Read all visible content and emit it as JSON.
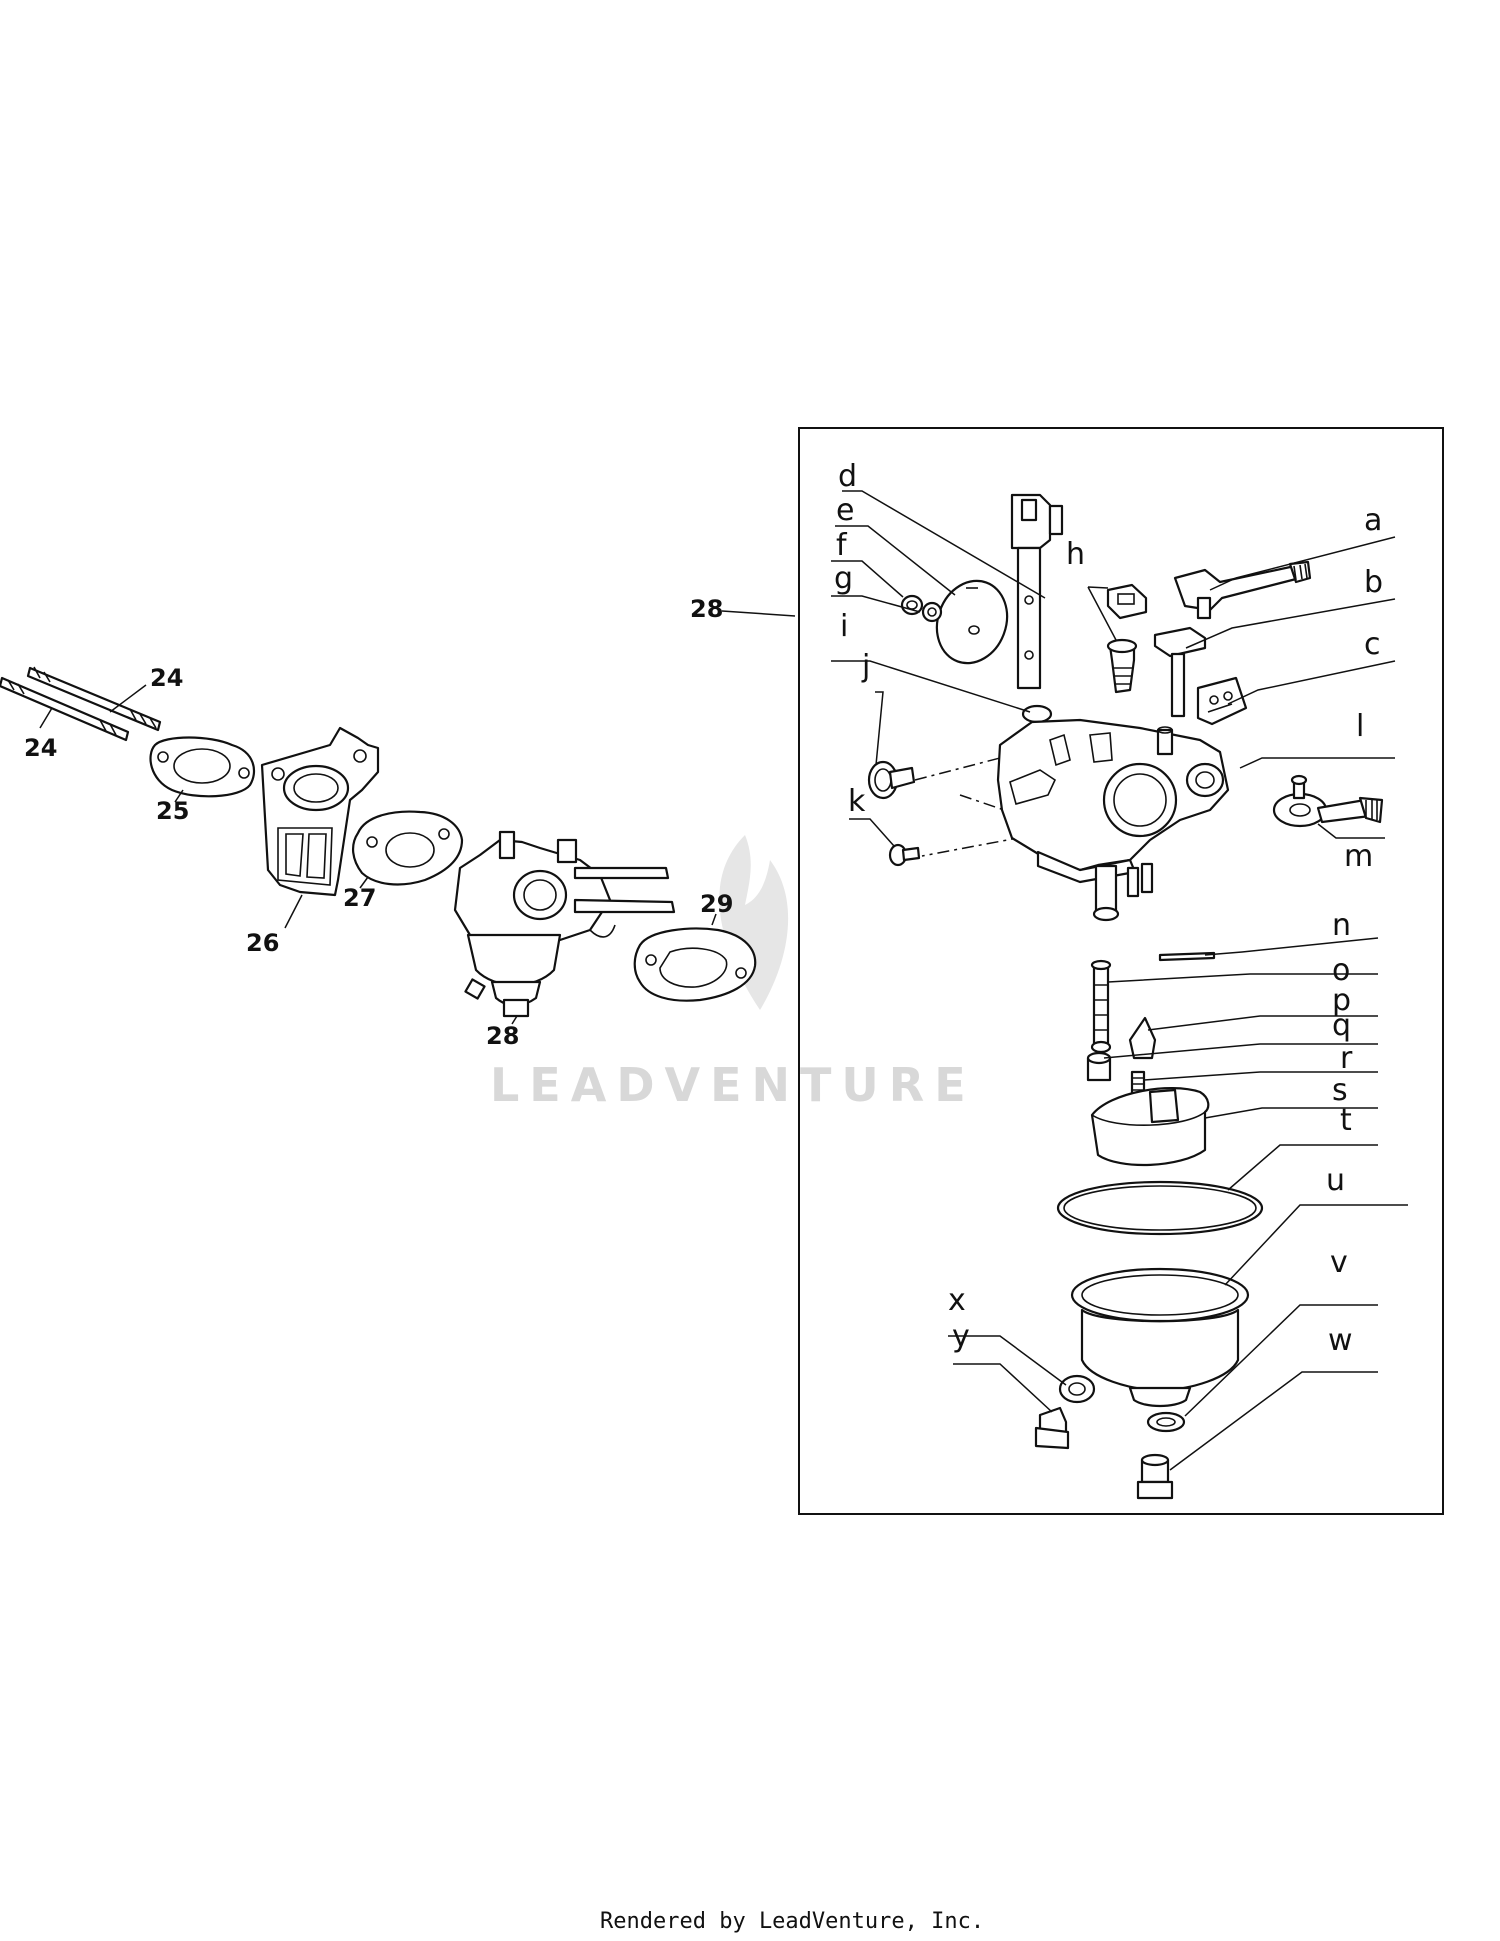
{
  "diagram": {
    "callouts_main": {
      "c24a": "24",
      "c24b": "24",
      "c25": "25",
      "c26": "26",
      "c27": "27",
      "c28a": "28",
      "c28b": "28",
      "c29": "29"
    },
    "callouts_detail": {
      "a": "a",
      "b": "b",
      "c": "c",
      "d": "d",
      "e": "e",
      "f": "f",
      "g": "g",
      "h": "h",
      "i": "i",
      "j": "j",
      "k": "k",
      "l": "l",
      "m": "m",
      "n": "n",
      "o": "o",
      "p": "p",
      "q": "q",
      "r": "r",
      "s": "s",
      "t": "t",
      "u": "u",
      "v": "v",
      "w": "w",
      "x": "x",
      "y": "y"
    },
    "watermark": "LEADVENTURE",
    "footer": "Rendered by LeadVenture, Inc."
  }
}
